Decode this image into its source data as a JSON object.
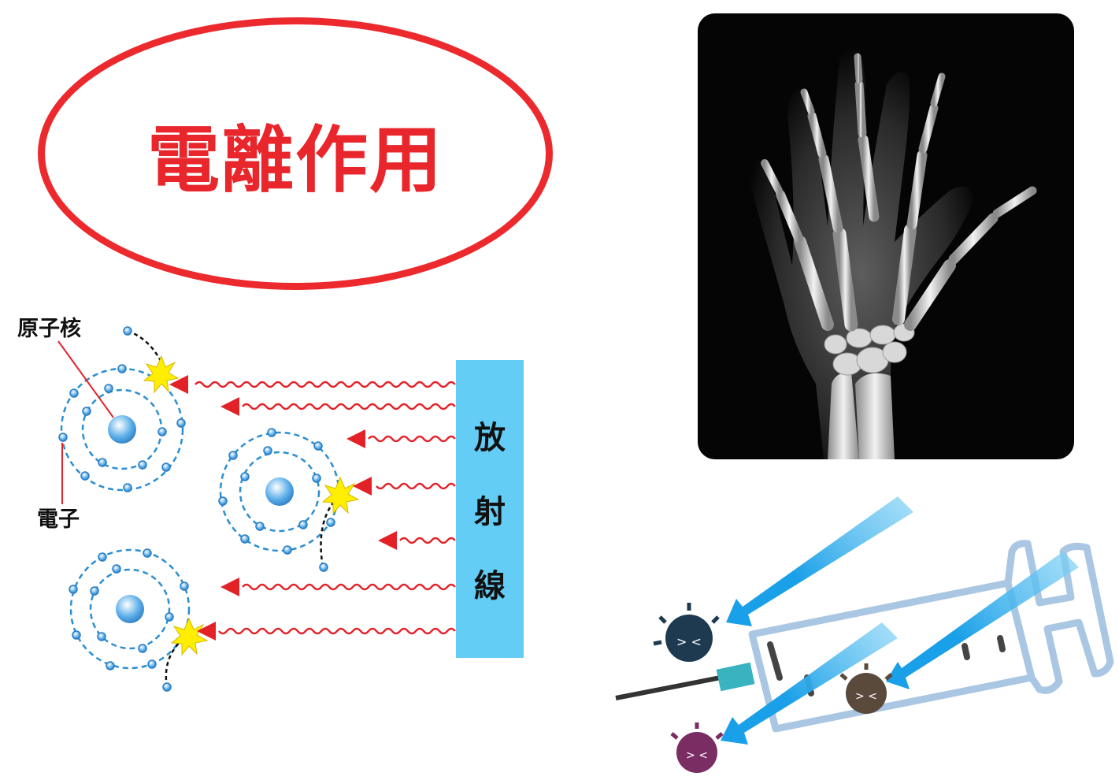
{
  "title": "電離作用",
  "labels": {
    "nucleus": "原子核",
    "electron": "電子"
  },
  "radiation": {
    "chars": [
      "放",
      "射",
      "線"
    ]
  },
  "colors": {
    "title_red": "#e8262b",
    "ellipse_red": "#ec2a2e",
    "radiation_bar": "#63cdf5",
    "wave_red": "#e32228",
    "electron_blue": "#4a9ddd",
    "orbit_blue": "#2a8fd0",
    "spark_yellow": "#ffee00"
  },
  "icons": [
    "nucleus-icon",
    "electron-icon",
    "spark-icon",
    "xray-hand-icon",
    "syringe-icon",
    "germ-icon",
    "radiation-beam-icon"
  ]
}
